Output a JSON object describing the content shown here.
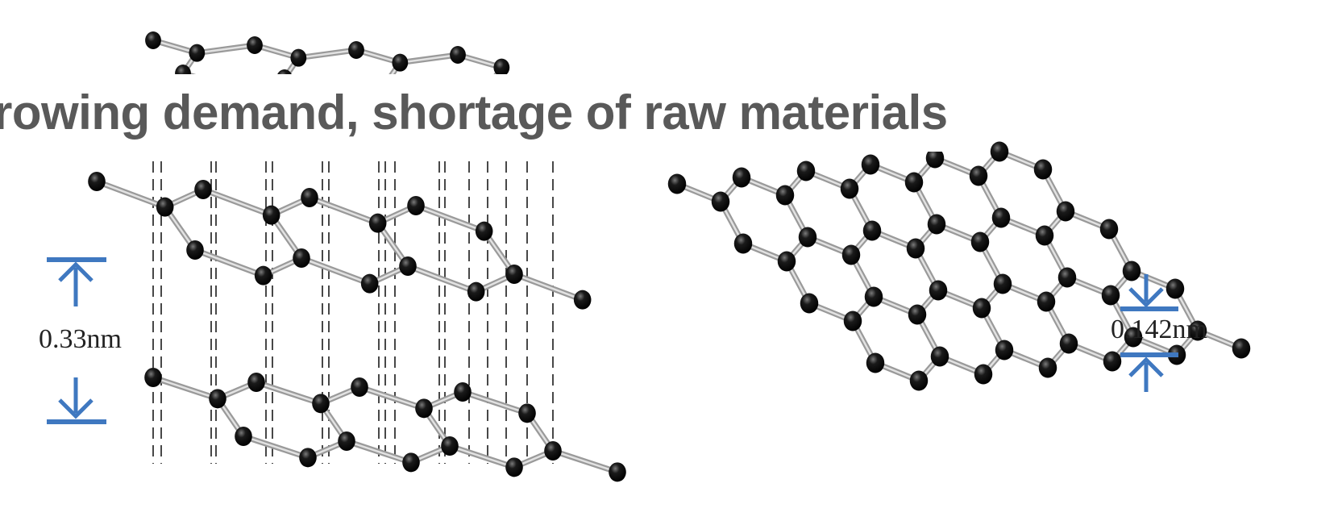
{
  "headline": "rowing demand, shortage of raw materials",
  "labels": {
    "interlayer_spacing": "0.33nm",
    "bond_length": "0.142nm"
  },
  "colors": {
    "arrow": "#3f78c0",
    "atom": "#0a0a0a",
    "bond": "#9a9a9a",
    "headline": "#595959"
  },
  "figures": [
    {
      "name": "graphite-layered-structure",
      "layers": 3
    },
    {
      "name": "graphene-single-sheet",
      "layers": 1
    }
  ],
  "icons": [
    "arrow-down-icon",
    "arrow-up-icon"
  ]
}
